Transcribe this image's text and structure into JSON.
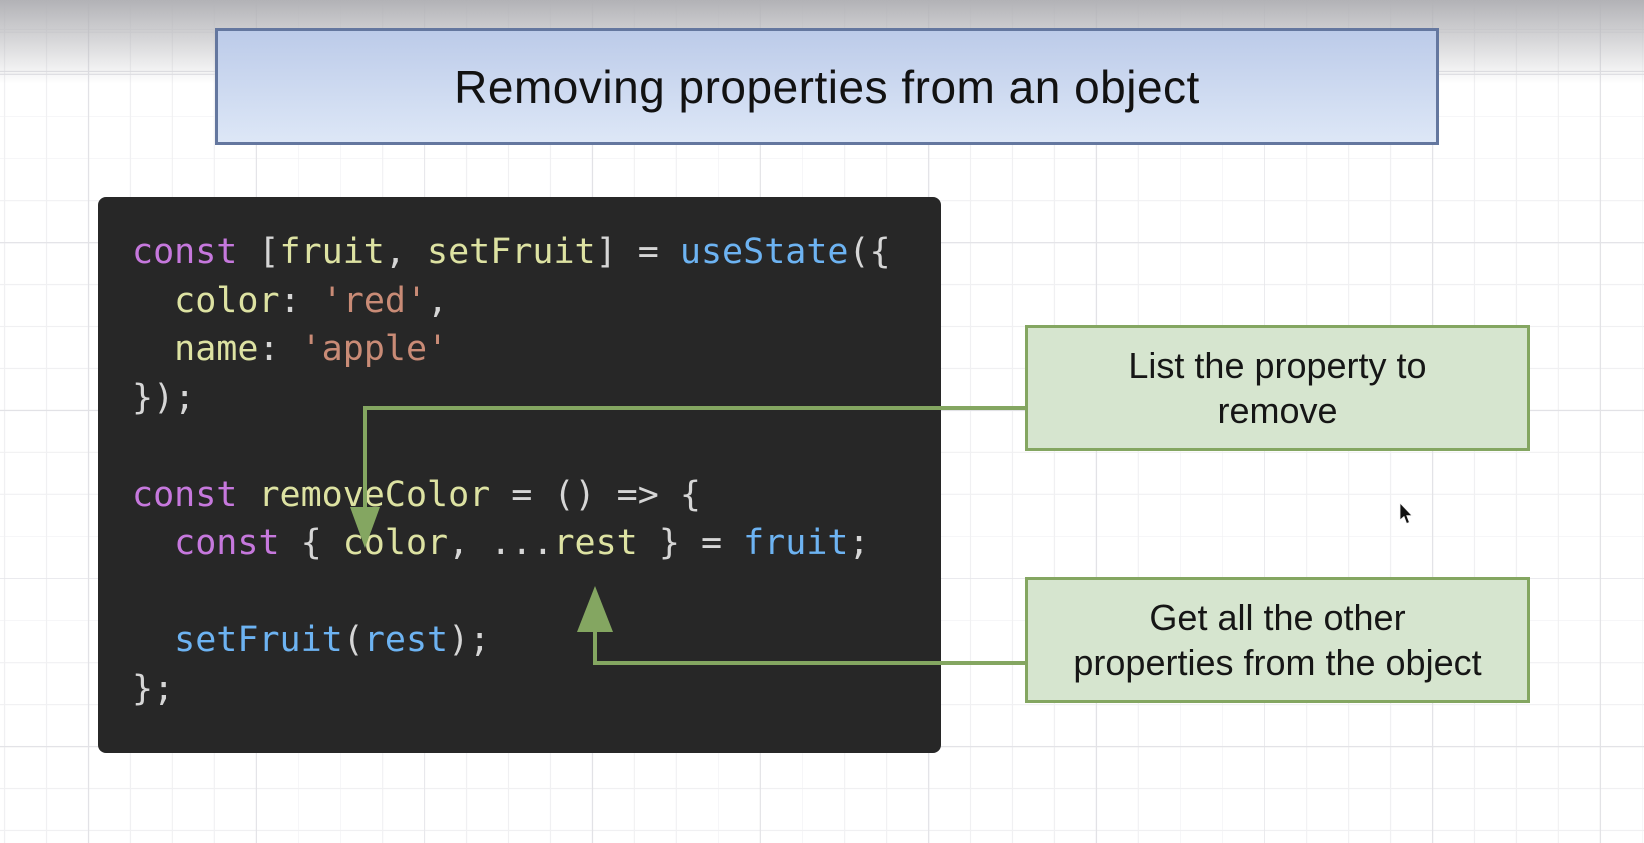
{
  "title": {
    "text": "Removing properties from an object",
    "fill_top": "#bccbe9",
    "fill_bottom": "#dde7f7",
    "border_color": "#64779f"
  },
  "code_block": {
    "background": "#272727",
    "palette": {
      "kw": "#c678dd",
      "decl": "#dde2a2",
      "fn": "#6db3f2",
      "use": "#6db3f2",
      "str": "#c98b76",
      "pl": "#d6d6d6"
    },
    "source_text": "const [fruit, setFruit] = useState({\n  color: 'red',\n  name: 'apple'\n});\n\nconst removeColor = () => {\n  const { color, ...rest } = fruit;\n\n  setFruit(rest);\n};",
    "lines": [
      {
        "tokens": [
          {
            "t": "const",
            "c": "kw"
          },
          {
            "t": " [",
            "c": "pl"
          },
          {
            "t": "fruit",
            "c": "decl"
          },
          {
            "t": ", ",
            "c": "pl"
          },
          {
            "t": "setFruit",
            "c": "decl"
          },
          {
            "t": "] = ",
            "c": "pl"
          },
          {
            "t": "useState",
            "c": "fn"
          },
          {
            "t": "({",
            "c": "pl"
          }
        ]
      },
      {
        "tokens": [
          {
            "t": "  ",
            "c": "pl"
          },
          {
            "t": "color",
            "c": "decl"
          },
          {
            "t": ": ",
            "c": "pl"
          },
          {
            "t": "'red'",
            "c": "str"
          },
          {
            "t": ",",
            "c": "pl"
          }
        ]
      },
      {
        "tokens": [
          {
            "t": "  ",
            "c": "pl"
          },
          {
            "t": "name",
            "c": "decl"
          },
          {
            "t": ": ",
            "c": "pl"
          },
          {
            "t": "'apple'",
            "c": "str"
          }
        ]
      },
      {
        "tokens": [
          {
            "t": "});",
            "c": "pl"
          }
        ]
      },
      {
        "tokens": []
      },
      {
        "tokens": [
          {
            "t": "const",
            "c": "kw"
          },
          {
            "t": " ",
            "c": "pl"
          },
          {
            "t": "removeColor",
            "c": "decl"
          },
          {
            "t": " = () => {",
            "c": "pl"
          }
        ]
      },
      {
        "tokens": [
          {
            "t": "  ",
            "c": "pl"
          },
          {
            "t": "const",
            "c": "kw"
          },
          {
            "t": " { ",
            "c": "pl"
          },
          {
            "t": "color",
            "c": "decl"
          },
          {
            "t": ", ...",
            "c": "pl"
          },
          {
            "t": "rest",
            "c": "decl"
          },
          {
            "t": " } = ",
            "c": "pl"
          },
          {
            "t": "fruit",
            "c": "use"
          },
          {
            "t": ";",
            "c": "pl"
          }
        ]
      },
      {
        "tokens": []
      },
      {
        "tokens": [
          {
            "t": "  ",
            "c": "pl"
          },
          {
            "t": "setFruit",
            "c": "use"
          },
          {
            "t": "(",
            "c": "pl"
          },
          {
            "t": "rest",
            "c": "use"
          },
          {
            "t": ");",
            "c": "pl"
          }
        ]
      },
      {
        "tokens": [
          {
            "t": "};",
            "c": "pl"
          }
        ]
      }
    ]
  },
  "annotations": [
    {
      "text": "List the property to remove",
      "lines": [
        "List the property to",
        "remove"
      ],
      "fill": "#d6e5cf",
      "border_color": "#84a661",
      "points_at": "color"
    },
    {
      "text": "Get all the other properties from the object",
      "lines": [
        "Get all the other",
        "properties from the object"
      ],
      "fill": "#d6e5cf",
      "border_color": "#84a661",
      "points_at": "rest"
    }
  ],
  "arrows": {
    "color": "#84a661"
  }
}
